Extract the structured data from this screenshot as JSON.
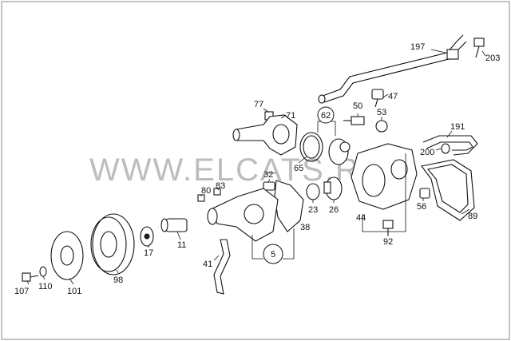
{
  "watermark": "WWW.ELCATS.RU",
  "callouts": {
    "c197": "197",
    "c203": "203",
    "c47": "47",
    "c77": "77",
    "c71": "71",
    "c50": "50",
    "c53": "53",
    "c62": "62",
    "c191": "191",
    "c200": "200",
    "c65": "65",
    "c32": "32",
    "c83": "83",
    "c80": "80",
    "c23": "23",
    "c26": "26",
    "c44": "44",
    "c56": "56",
    "c89": "89",
    "c92": "92",
    "c38": "38",
    "c5": "5",
    "c11": "11",
    "c17": "17",
    "c41": "41",
    "c98": "98",
    "c107": "107",
    "c110": "110",
    "c101": "101"
  }
}
